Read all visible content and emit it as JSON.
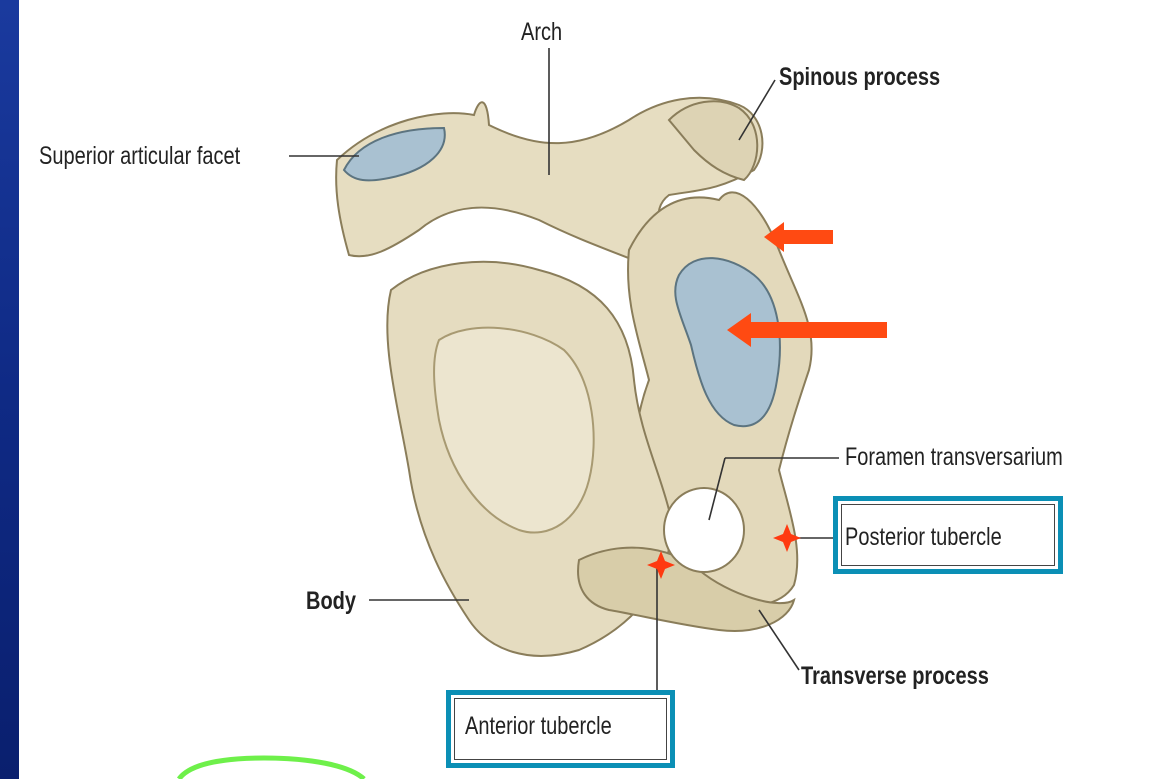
{
  "labels": {
    "arch": "Arch",
    "spinous_process": "Spinous process",
    "superior_articular_facet": "Superior articular facet",
    "foramen_transversarium": "Foramen transversarium",
    "posterior_tubercle": "Posterior tubercle",
    "body": "Body",
    "transverse_process": "Transverse process",
    "anterior_tubercle": "Anterior tubercle"
  },
  "colors": {
    "background": "#0f2a85",
    "bone": "#e5dcc0",
    "bone_shadow": "#b7aa86",
    "facet": "#a9c1d1",
    "arrow": "#ff4a12",
    "star": "#ff3a10",
    "box_border": "#0b8fb5",
    "ring": "#6ef04a"
  },
  "icons": [
    "arrow-left-icon",
    "star-icon"
  ]
}
